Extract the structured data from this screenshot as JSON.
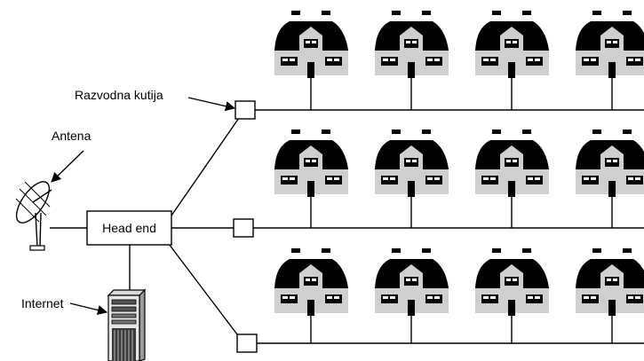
{
  "labels": {
    "splitter": "Razvodna kutija",
    "antenna": "Antena",
    "headend": "Head end",
    "internet": "Internet"
  },
  "icons": {
    "house": "house-icon",
    "antenna": "satellite-dish-icon",
    "server": "server-tower-icon",
    "splitter": "splitter-box-icon"
  },
  "colors": {
    "roof": "#000000",
    "wall": "#cfcfcf",
    "line": "#000000",
    "background": "#ffffff"
  },
  "rows": [
    {
      "name": "row-1",
      "houses": 4
    },
    {
      "name": "row-2",
      "houses": 4
    },
    {
      "name": "row-3",
      "houses": 4
    }
  ]
}
